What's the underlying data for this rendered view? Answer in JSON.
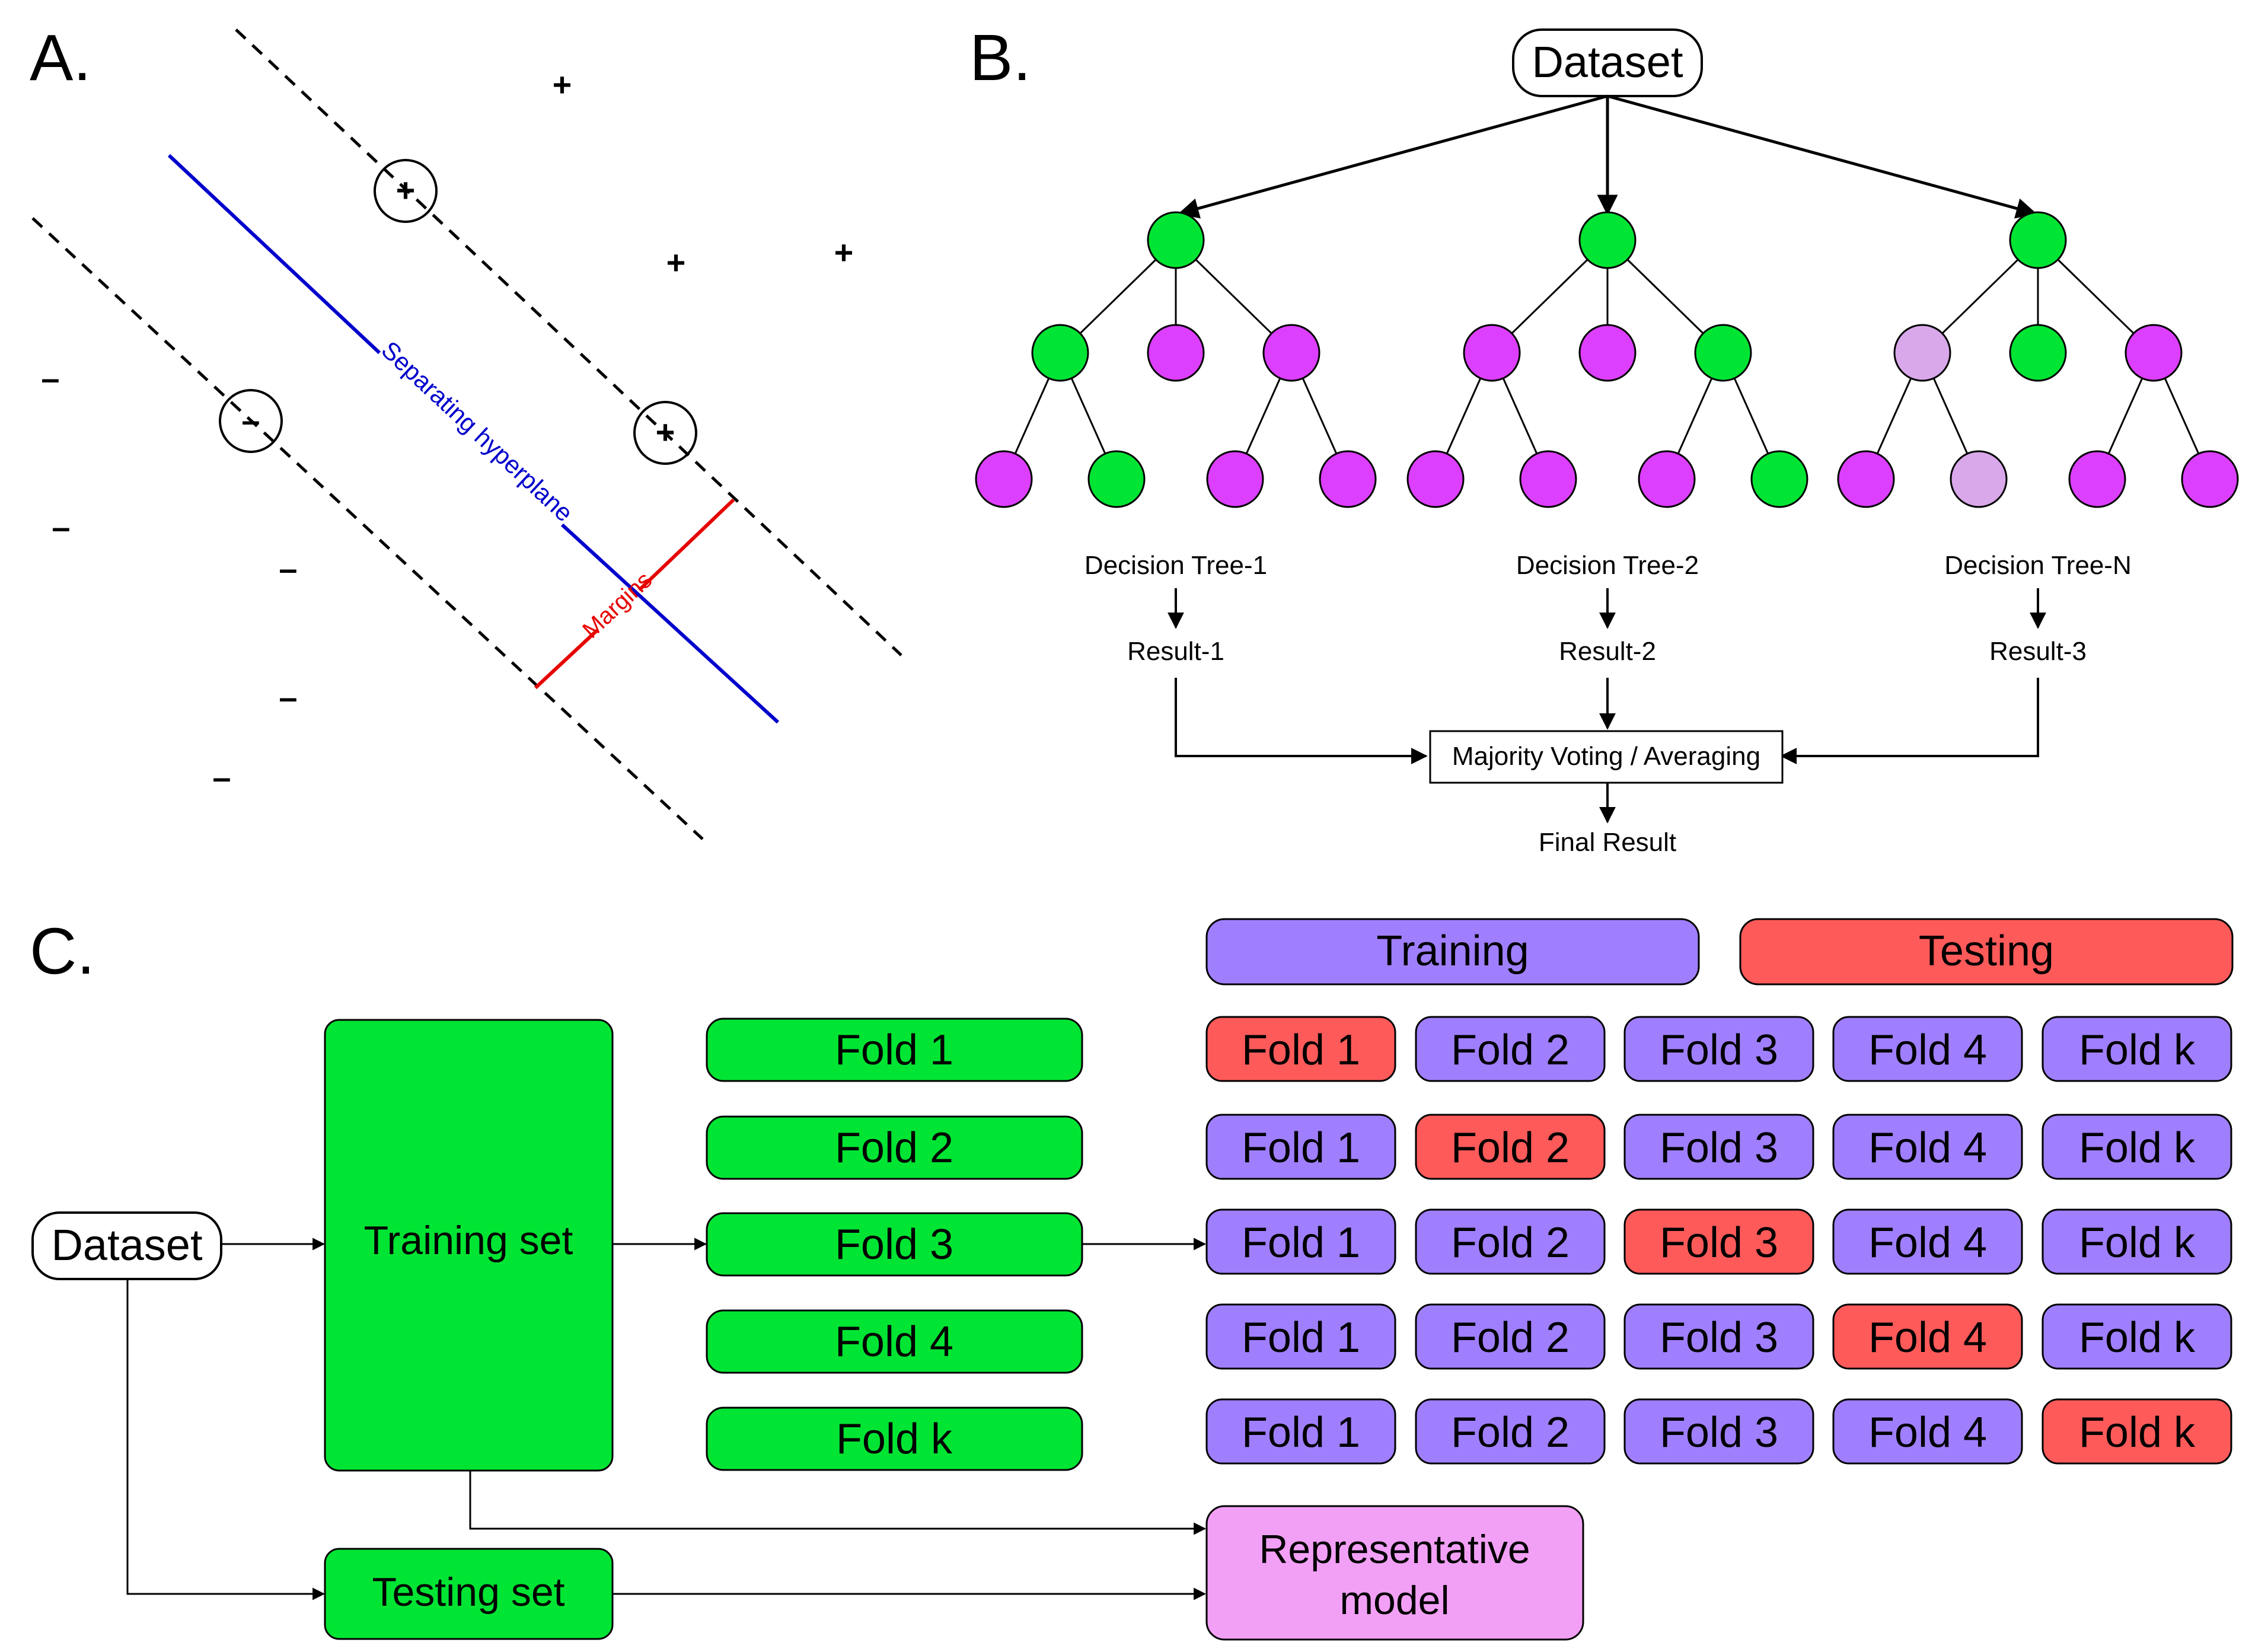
{
  "colors": {
    "green": "#00e533",
    "purple": "#dd3fff",
    "light_purple": "#d9a8ea",
    "blue_box": "#a07fff",
    "red_box": "#ff5a5a",
    "pink_box": "#f2a0f5",
    "hyperplane": "#0000cc",
    "margin": "#e60000"
  },
  "panel_a": {
    "letter": "A.",
    "hyperplane_label": "Separating hyperplane",
    "margin_label": "Margins",
    "plus_symbol": "+",
    "minus_symbol": "–"
  },
  "panel_b": {
    "letter": "B.",
    "root_label": "Dataset",
    "trees": [
      {
        "name": "Decision Tree-1",
        "result": "Result-1",
        "root": "green",
        "level2": [
          "green",
          "purple",
          "purple"
        ],
        "leaves": [
          "purple",
          "green",
          "purple",
          "purple"
        ]
      },
      {
        "name": "Decision Tree-2",
        "result": "Result-2",
        "root": "green",
        "level2": [
          "purple",
          "purple",
          "green"
        ],
        "leaves": [
          "purple",
          "purple",
          "purple",
          "green"
        ]
      },
      {
        "name": "Decision Tree-N",
        "result": "Result-3",
        "root": "green",
        "level2": [
          "light_purple",
          "green",
          "purple"
        ],
        "leaves": [
          "purple",
          "light_purple",
          "purple",
          "purple"
        ]
      }
    ],
    "voting_label": "Majority Voting / Averaging",
    "final_label": "Final Result"
  },
  "panel_c": {
    "letter": "C.",
    "dataset_label": "Dataset",
    "training_set_label": "Training set",
    "testing_set_label": "Testing set",
    "folds": [
      "Fold 1",
      "Fold 2",
      "Fold 3",
      "Fold 4",
      "Fold k"
    ],
    "legend": {
      "training": "Training",
      "testing": "Testing"
    },
    "test_fold_index_by_row": [
      0,
      1,
      2,
      3,
      4
    ],
    "model_label_line1": "Representative",
    "model_label_line2": "model"
  }
}
